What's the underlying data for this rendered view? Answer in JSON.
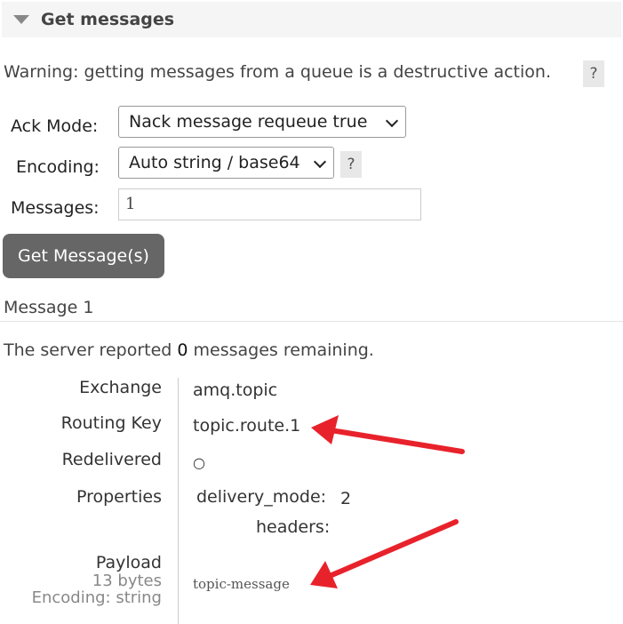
{
  "section": {
    "title": "Get messages"
  },
  "warning": {
    "text": "Warning: getting messages from a queue is a destructive action.",
    "help": "?"
  },
  "form": {
    "ack_mode_label": "Ack Mode:",
    "ack_mode_value": "Nack message requeue true",
    "encoding_label": "Encoding:",
    "encoding_value": "Auto string / base64",
    "encoding_help": "?",
    "messages_label": "Messages:",
    "messages_value": "1",
    "button_label": "Get Message(s)"
  },
  "message": {
    "title": "Message 1",
    "reported_prefix": "The server reported",
    "reported_count": "0",
    "reported_suffix": "messages remaining.",
    "exchange_label": "Exchange",
    "exchange_value": "amq.topic",
    "routing_key_label": "Routing Key",
    "routing_key_value": "topic.route.1",
    "redelivered_label": "Redelivered",
    "redelivered_value": "○",
    "properties_label": "Properties",
    "delivery_mode_key": "delivery_mode:",
    "delivery_mode_value": "2",
    "headers_key": "headers:",
    "payload_label": "Payload",
    "payload_size": "13 bytes",
    "payload_encoding": "Encoding: string",
    "payload_value": "topic-message"
  },
  "annotation_color": "#e8222b"
}
